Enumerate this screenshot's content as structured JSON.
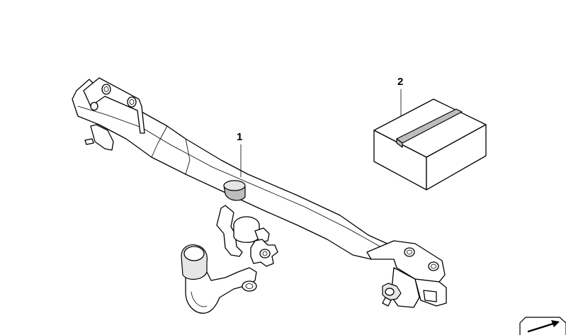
{
  "diagram": {
    "callouts": [
      {
        "id": "1",
        "label": "1"
      },
      {
        "id": "2",
        "label": "2"
      }
    ],
    "icons": [
      "tow-hitch-drawing",
      "kit-box-drawing",
      "corner-arrow-icon"
    ]
  }
}
